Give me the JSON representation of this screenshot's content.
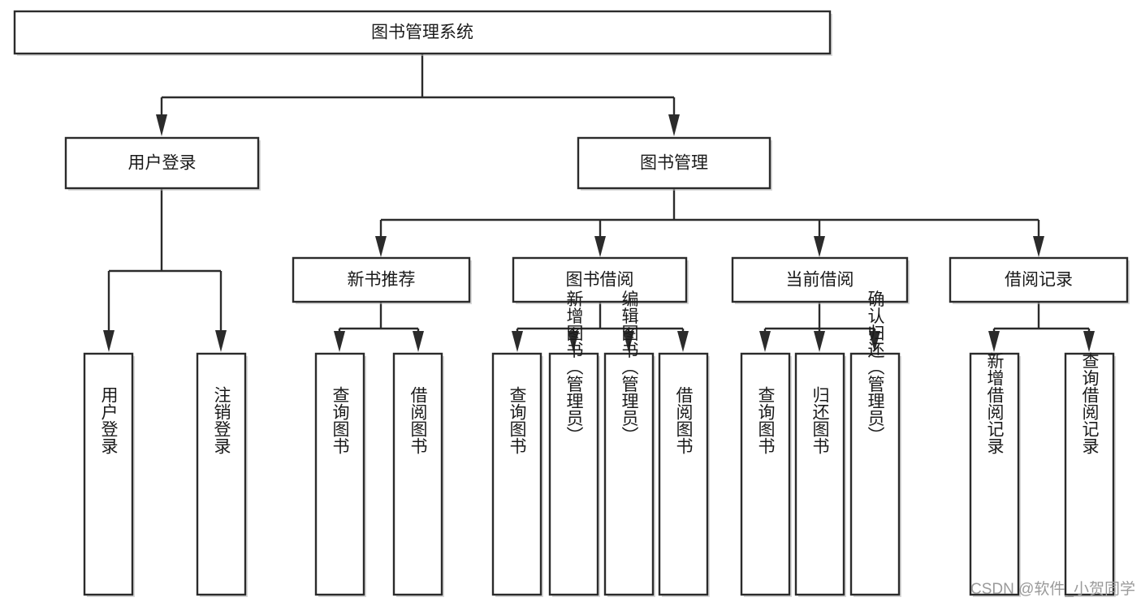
{
  "diagram": {
    "title": "图书管理系统",
    "type": "tree-hierarchy",
    "colors": {
      "background": "#ffffff",
      "box_fill": "#ffffff",
      "box_stroke": "#2b2b2b",
      "text": "#1a1a1a",
      "watermark": "#9a9a9a"
    },
    "root": {
      "label": "图书管理系统"
    },
    "level2": [
      {
        "label": "用户登录"
      },
      {
        "label": "图书管理"
      }
    ],
    "level3": [
      {
        "label": "新书推荐"
      },
      {
        "label": "图书借阅"
      },
      {
        "label": "当前借阅"
      },
      {
        "label": "借阅记录"
      }
    ],
    "leaves": {
      "user_login": [
        {
          "label": "用户登录"
        },
        {
          "label": "注销登录"
        }
      ],
      "new_book": [
        {
          "label": "查询图书"
        },
        {
          "label": "借阅图书"
        }
      ],
      "book_borrow": [
        {
          "label": "查询图书"
        },
        {
          "label": "新增图书（管理员）"
        },
        {
          "label": "编辑图书（管理员）"
        },
        {
          "label": "借阅图书"
        }
      ],
      "current_borrow": [
        {
          "label": "查询图书"
        },
        {
          "label": "归还图书"
        },
        {
          "label": "确认归还（管理员）"
        }
      ],
      "borrow_record": [
        {
          "label": "新增借阅记录"
        },
        {
          "label": "查询借阅记录"
        }
      ]
    }
  },
  "watermark": {
    "text": "CSDN @软件_小贺同学"
  }
}
